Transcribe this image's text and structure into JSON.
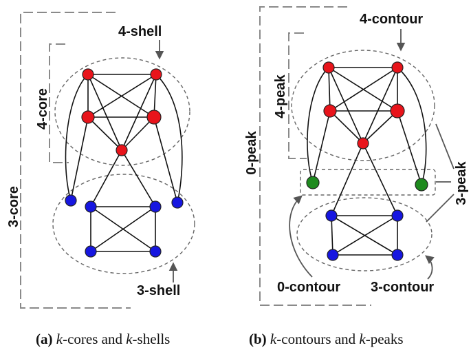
{
  "colors": {
    "red": "#e8141b",
    "blue": "#1616e0",
    "green": "#1e8a1e"
  },
  "panel_a": {
    "labels": {
      "shell4": "4-shell",
      "core4": "4-core",
      "core3": "3-core",
      "shell3": "3-shell"
    },
    "caption": {
      "tag": "(a)",
      "k1": "k",
      "t1": "-cores and ",
      "k2": "k",
      "t2": "-shells"
    }
  },
  "panel_b": {
    "labels": {
      "contour4": "4-contour",
      "peak4": "4-peak",
      "peak0": "0-peak",
      "peak3": "3-peak",
      "contour0": "0-contour",
      "contour3": "3-contour"
    },
    "caption": {
      "tag": "(b)",
      "k1": "k",
      "t1": "-contours and ",
      "k2": "k",
      "t2": "-peaks"
    }
  }
}
